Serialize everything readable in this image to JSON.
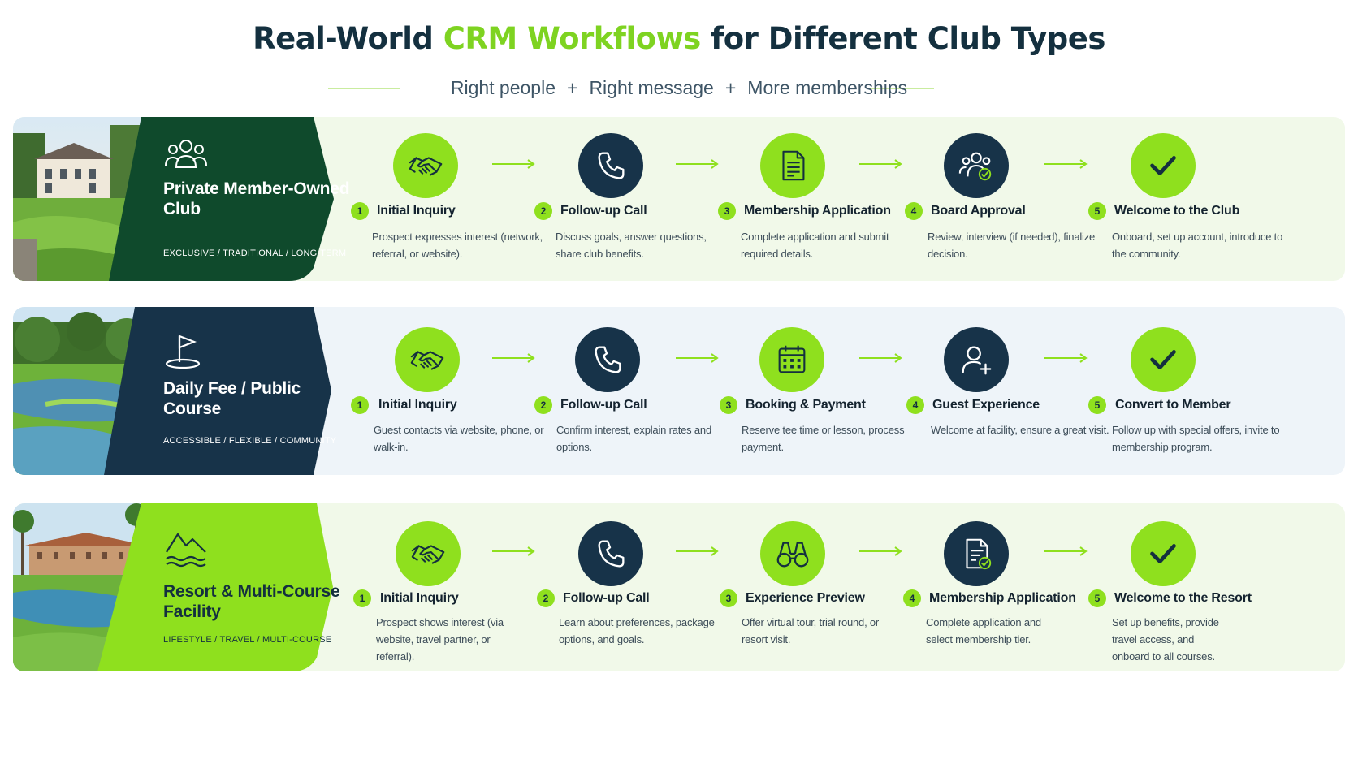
{
  "header": {
    "title_part1": "Real-World ",
    "title_highlight": "CRM Workflows",
    "title_part2": " for Different Club Types",
    "subtitle_1": "Right people",
    "subtitle_plus": "+",
    "subtitle_2": "Right message",
    "subtitle_3": "More memberships"
  },
  "colors": {
    "accent_green": "#8fe01e",
    "dark_green": "#0f4a2c",
    "navy": "#173349",
    "title": "#14303f"
  },
  "rows": [
    {
      "club_icon": "members-group-icon",
      "club_name": "Private Member-Owned Club",
      "club_tags": "EXCLUSIVE  /  TRADITIONAL  /  LONG-TERM",
      "steps": [
        {
          "num": "1",
          "icon": "handshake-icon",
          "circle": "green",
          "title": "Initial Inquiry",
          "desc": "Prospect expresses interest (network, referral, or website)."
        },
        {
          "num": "2",
          "icon": "phone-icon",
          "circle": "navy",
          "title": "Follow-up Call",
          "desc": "Discuss goals, answer questions, share club benefits."
        },
        {
          "num": "3",
          "icon": "document-icon",
          "circle": "green",
          "title": "Membership Application",
          "desc": "Complete application and submit required details."
        },
        {
          "num": "4",
          "icon": "group-check-icon",
          "circle": "navy",
          "title": "Board Approval",
          "desc": "Review, interview (if needed), finalize decision."
        },
        {
          "num": "5",
          "icon": "checkmark-icon",
          "circle": "green",
          "title": "Welcome to the Club",
          "desc": "Onboard, set up account, introduce to the community."
        }
      ]
    },
    {
      "club_icon": "golf-flag-icon",
      "club_name": "Daily Fee / Public Course",
      "club_tags": "ACCESSIBLE  /  FLEXIBLE  /  COMMUNITY",
      "steps": [
        {
          "num": "1",
          "icon": "handshake-icon",
          "circle": "green",
          "title": "Initial Inquiry",
          "desc": "Guest contacts via website, phone, or walk-in."
        },
        {
          "num": "2",
          "icon": "phone-icon",
          "circle": "navy",
          "title": "Follow-up Call",
          "desc": "Confirm interest, explain rates and options."
        },
        {
          "num": "3",
          "icon": "calendar-icon",
          "circle": "green",
          "title": "Booking & Payment",
          "desc": "Reserve tee time or lesson, process payment."
        },
        {
          "num": "4",
          "icon": "user-plus-icon",
          "circle": "navy",
          "title": "Guest Experience",
          "desc": "Welcome at facility, ensure a great visit."
        },
        {
          "num": "5",
          "icon": "checkmark-icon",
          "circle": "green",
          "title": "Convert to Member",
          "desc": "Follow up with special offers, invite to membership program."
        }
      ]
    },
    {
      "club_icon": "mountain-water-icon",
      "club_name": "Resort & Multi-Course Facility",
      "club_tags": "LIFESTYLE  /  TRAVEL  /  MULTI-COURSE",
      "steps": [
        {
          "num": "1",
          "icon": "handshake-icon",
          "circle": "green",
          "title": "Initial Inquiry",
          "desc": "Prospect shows interest (via website, travel partner, or referral)."
        },
        {
          "num": "2",
          "icon": "phone-icon",
          "circle": "navy",
          "title": "Follow-up Call",
          "desc": "Learn about preferences, package options, and goals."
        },
        {
          "num": "3",
          "icon": "binoculars-icon",
          "circle": "green",
          "title": "Experience Preview",
          "desc": "Offer virtual tour, trial round, or resort visit."
        },
        {
          "num": "4",
          "icon": "document-check-icon",
          "circle": "navy",
          "title": "Membership Application",
          "desc": "Complete application and select membership tier."
        },
        {
          "num": "5",
          "icon": "checkmark-icon",
          "circle": "green",
          "title": "Welcome to the Resort",
          "desc": "Set up benefits, provide travel access, and onboard to all courses."
        }
      ]
    }
  ]
}
